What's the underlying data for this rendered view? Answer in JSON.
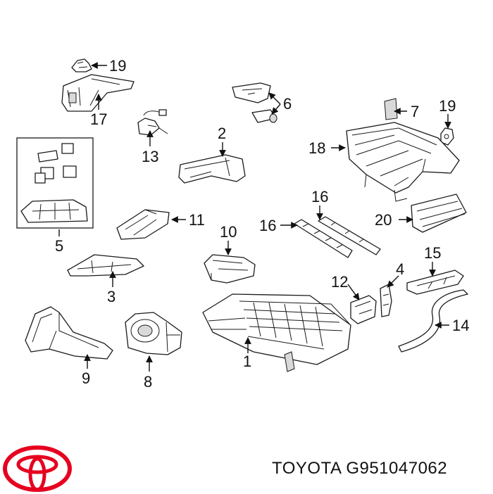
{
  "callouts": [
    "19",
    "17",
    "13",
    "6",
    "7",
    "19",
    "2",
    "18",
    "5",
    "16",
    "16",
    "20",
    "11",
    "10",
    "15",
    "3",
    "4",
    "12",
    "14",
    "9",
    "8",
    "1"
  ],
  "footer": {
    "brand": "TOYOTA",
    "part_number": "G951047062"
  },
  "colors": {
    "logo_red": "#e6001f",
    "ink": "#111111"
  }
}
